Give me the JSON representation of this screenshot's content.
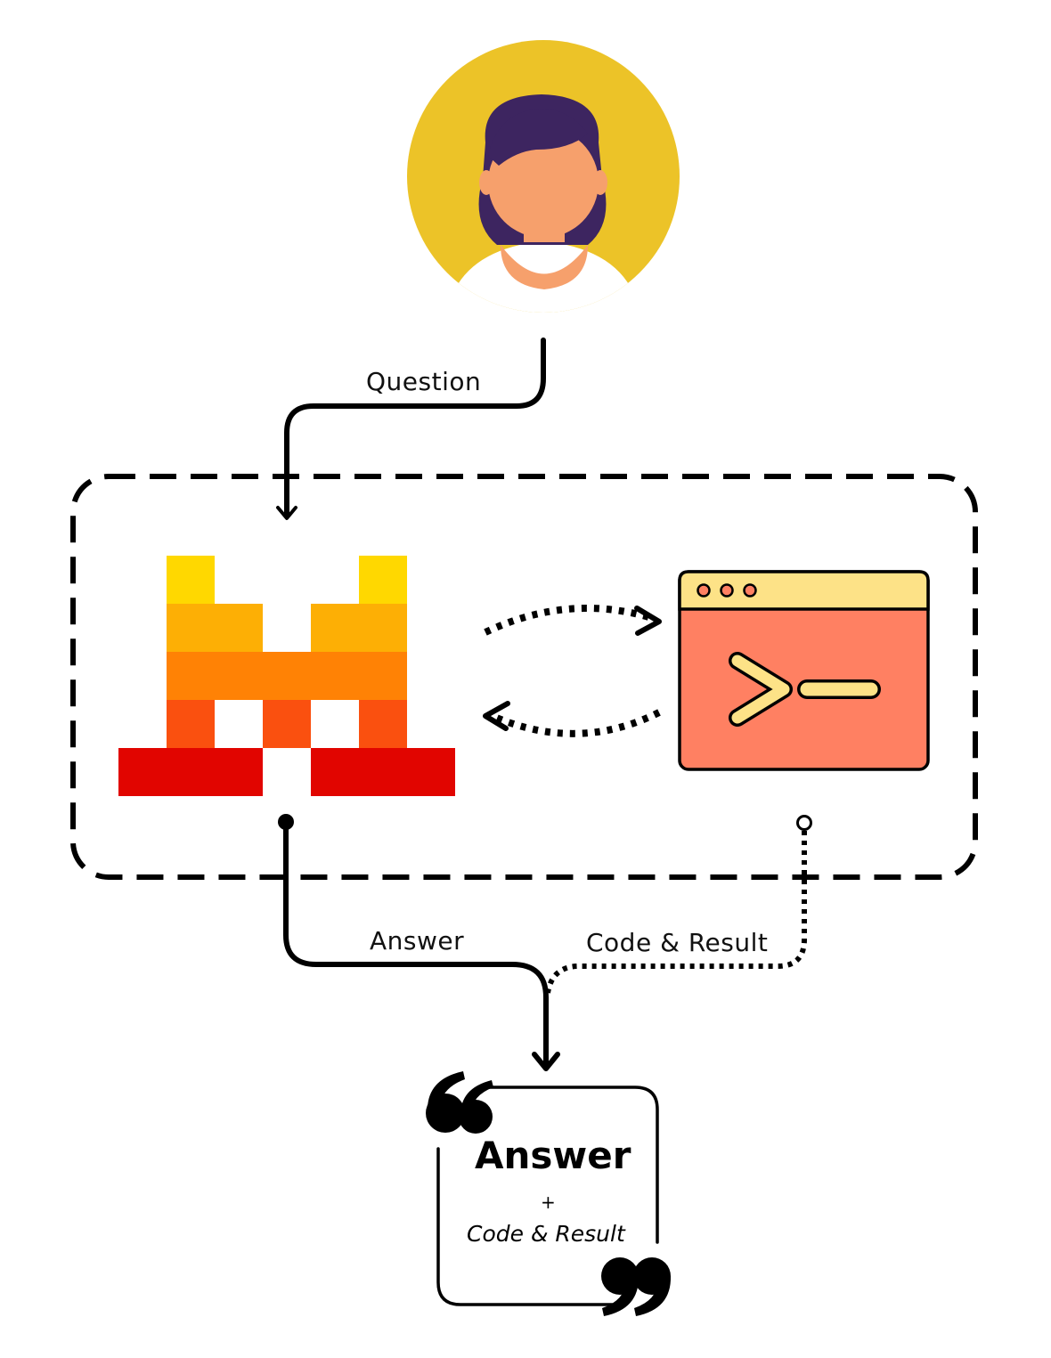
{
  "labels": {
    "question": "Question",
    "answer": "Answer",
    "code_result": "Code & Result"
  },
  "output_card": {
    "title": "Answer",
    "plus": "+",
    "subtitle": "Code & Result"
  },
  "colors": {
    "avatar_bg": "#ecc328",
    "hair": "#3d2560",
    "skin": "#f6a06c",
    "logo_yellow": "#ffd800",
    "logo_amber": "#fdaf05",
    "logo_orange": "#ff8205",
    "logo_red_orange": "#fa500f",
    "logo_red": "#e10500",
    "terminal_header": "#fde287",
    "terminal_body": "#ff8062",
    "terminal_symbol": "#fde287",
    "stroke": "#000000"
  },
  "icons": {
    "user": "user-avatar-icon",
    "model": "mistral-logo-icon",
    "interpreter": "terminal-window-icon",
    "quote_open": "open-quote-icon",
    "quote_close": "close-quote-icon"
  }
}
